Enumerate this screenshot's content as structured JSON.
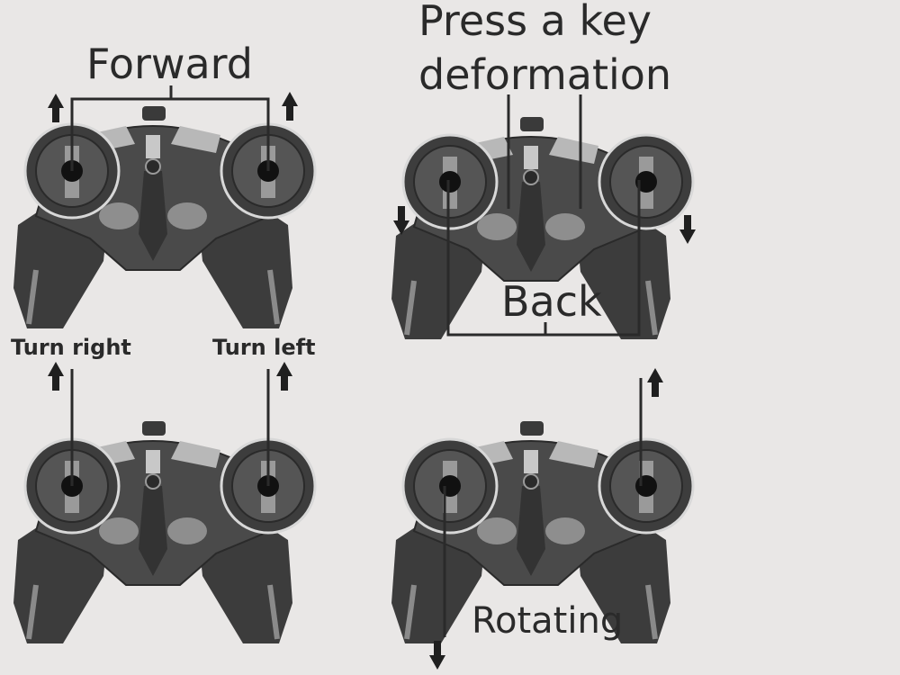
{
  "labels": {
    "forward": "Forward",
    "press_line1": "Press a key",
    "press_line2": "deformation",
    "back": "Back",
    "turn_right": "Turn right",
    "turn_left": "Turn left",
    "rotating": "Rotating"
  },
  "colors": {
    "background": "#e9e7e6",
    "controller_body": "#4a4a4a",
    "controller_dark": "#333333",
    "controller_light": "#9a9a9a",
    "line": "#2a2a2a"
  },
  "icons": {
    "arrow_up": "arrow-up-icon",
    "arrow_down": "arrow-down-icon",
    "controller": "controller-icon"
  }
}
